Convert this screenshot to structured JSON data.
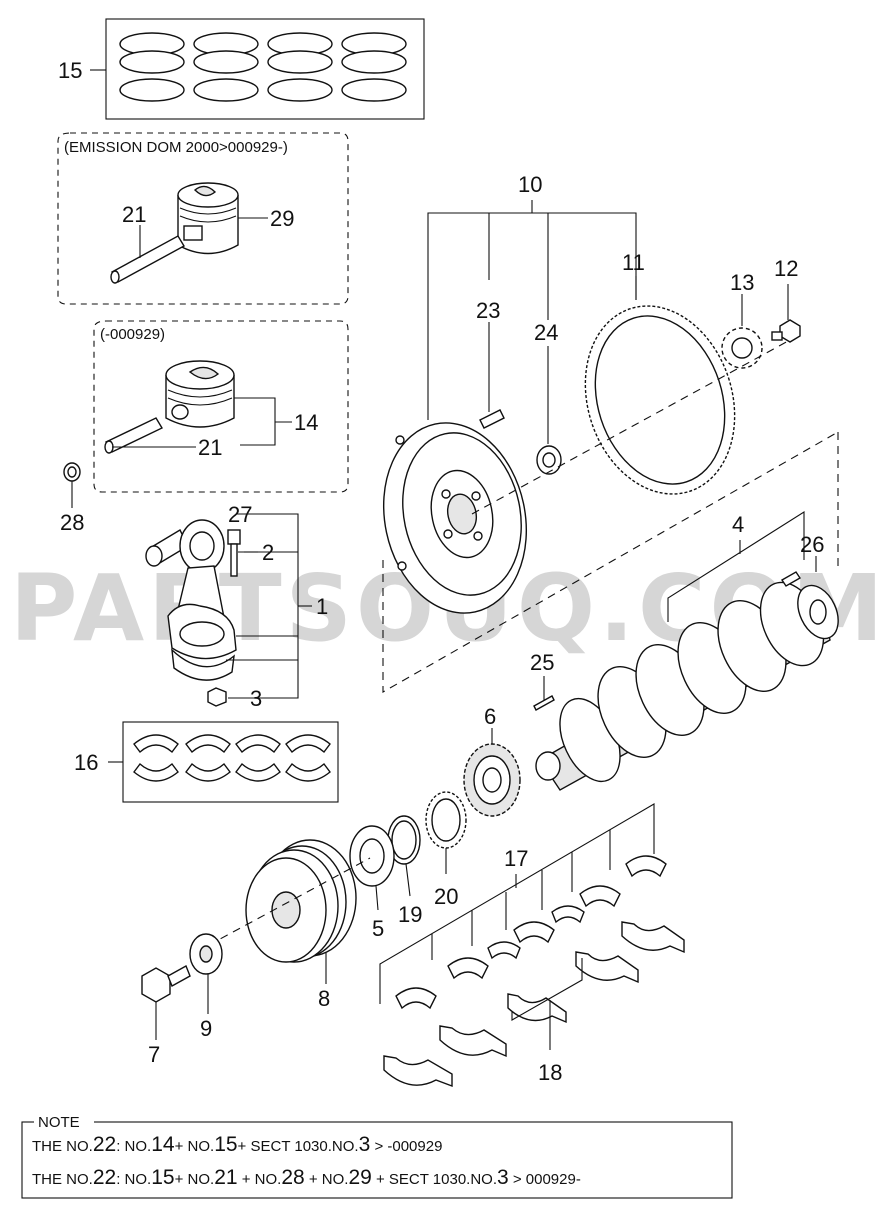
{
  "callouts": {
    "c1": "1",
    "c2": "2",
    "c3": "3",
    "c4": "4",
    "c5": "5",
    "c6": "6",
    "c7": "7",
    "c8": "8",
    "c9": "9",
    "c10": "10",
    "c11": "11",
    "c12": "12",
    "c13": "13",
    "c14": "14",
    "c15": "15",
    "c16": "16",
    "c17": "17",
    "c18": "18",
    "c19": "19",
    "c20": "20",
    "c21a": "21",
    "c21b": "21",
    "c23": "23",
    "c24": "24",
    "c25": "25",
    "c26": "26",
    "c27": "27",
    "c28": "28",
    "c29": "29"
  },
  "groups": {
    "emission": "(EMISSION DOM 2000>000929-)",
    "pre": "(-000929)"
  },
  "watermark": "PARTSOUQ.COM",
  "note": {
    "title": "NOTE",
    "line1": {
      "p1": "THE NO.",
      "n1": "22",
      "p2": ": NO.",
      "n2": "14",
      "p3": "+ NO.",
      "n3": "15",
      "p4": "+ SECT 1030.NO.",
      "n4": "3",
      "p5": " > -000929"
    },
    "line2": {
      "p1": "THE NO.",
      "n1": "22",
      "p2": ": NO.",
      "n2": "15",
      "p3": "+ NO.",
      "n3": "21",
      "p4": " + NO.",
      "n4": "28",
      "p5": " + NO.",
      "n5": "29",
      "p6": " + SECT 1030.NO.",
      "n6": "3",
      "p7": " > 000929-"
    }
  }
}
